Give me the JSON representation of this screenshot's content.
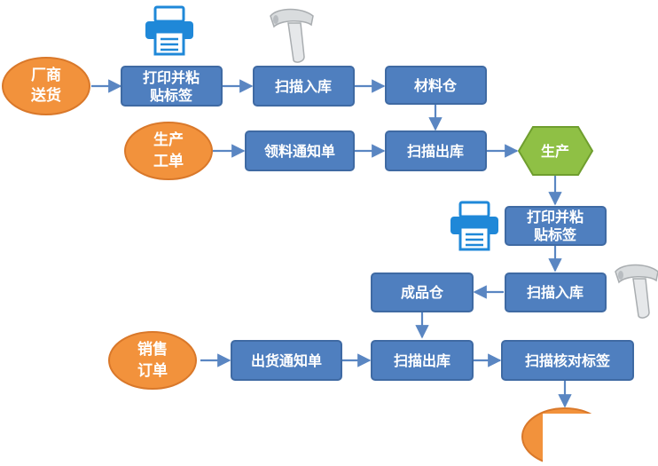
{
  "colors": {
    "box_fill": "#4f7fbf",
    "box_stroke": "#3f6aa3",
    "ellipse_fill": "#f2923c",
    "ellipse_stroke": "#d9782a",
    "hexagon_fill": "#8fc045",
    "hexagon_stroke": "#6f9e2e",
    "arrow": "#5a86c2",
    "printer_icon": "#1f88d8",
    "scanner_icon": "#cfd3d6"
  },
  "icons": [
    "printer-icon",
    "barcode-scanner-icon",
    "printer-icon",
    "barcode-scanner-icon"
  ],
  "nodes": {
    "supplier_delivery": [
      "厂商",
      "送货"
    ],
    "print_label_1": [
      "打印并粘",
      "贴标签"
    ],
    "scan_in_1": "扫描入库",
    "material_warehouse": "材料仓",
    "production_order": [
      "生产",
      "工单"
    ],
    "material_requisition": "领料通知单",
    "scan_out_1": "扫描出库",
    "production": "生产",
    "print_label_2": [
      "打印并粘",
      "贴标签"
    ],
    "scan_in_2": "扫描入库",
    "finished_warehouse": "成品仓",
    "sales_order": [
      "销售",
      "订单"
    ],
    "shipping_notice": "出货通知单",
    "scan_out_2": "扫描出库",
    "scan_verify": "扫描核对标签"
  }
}
